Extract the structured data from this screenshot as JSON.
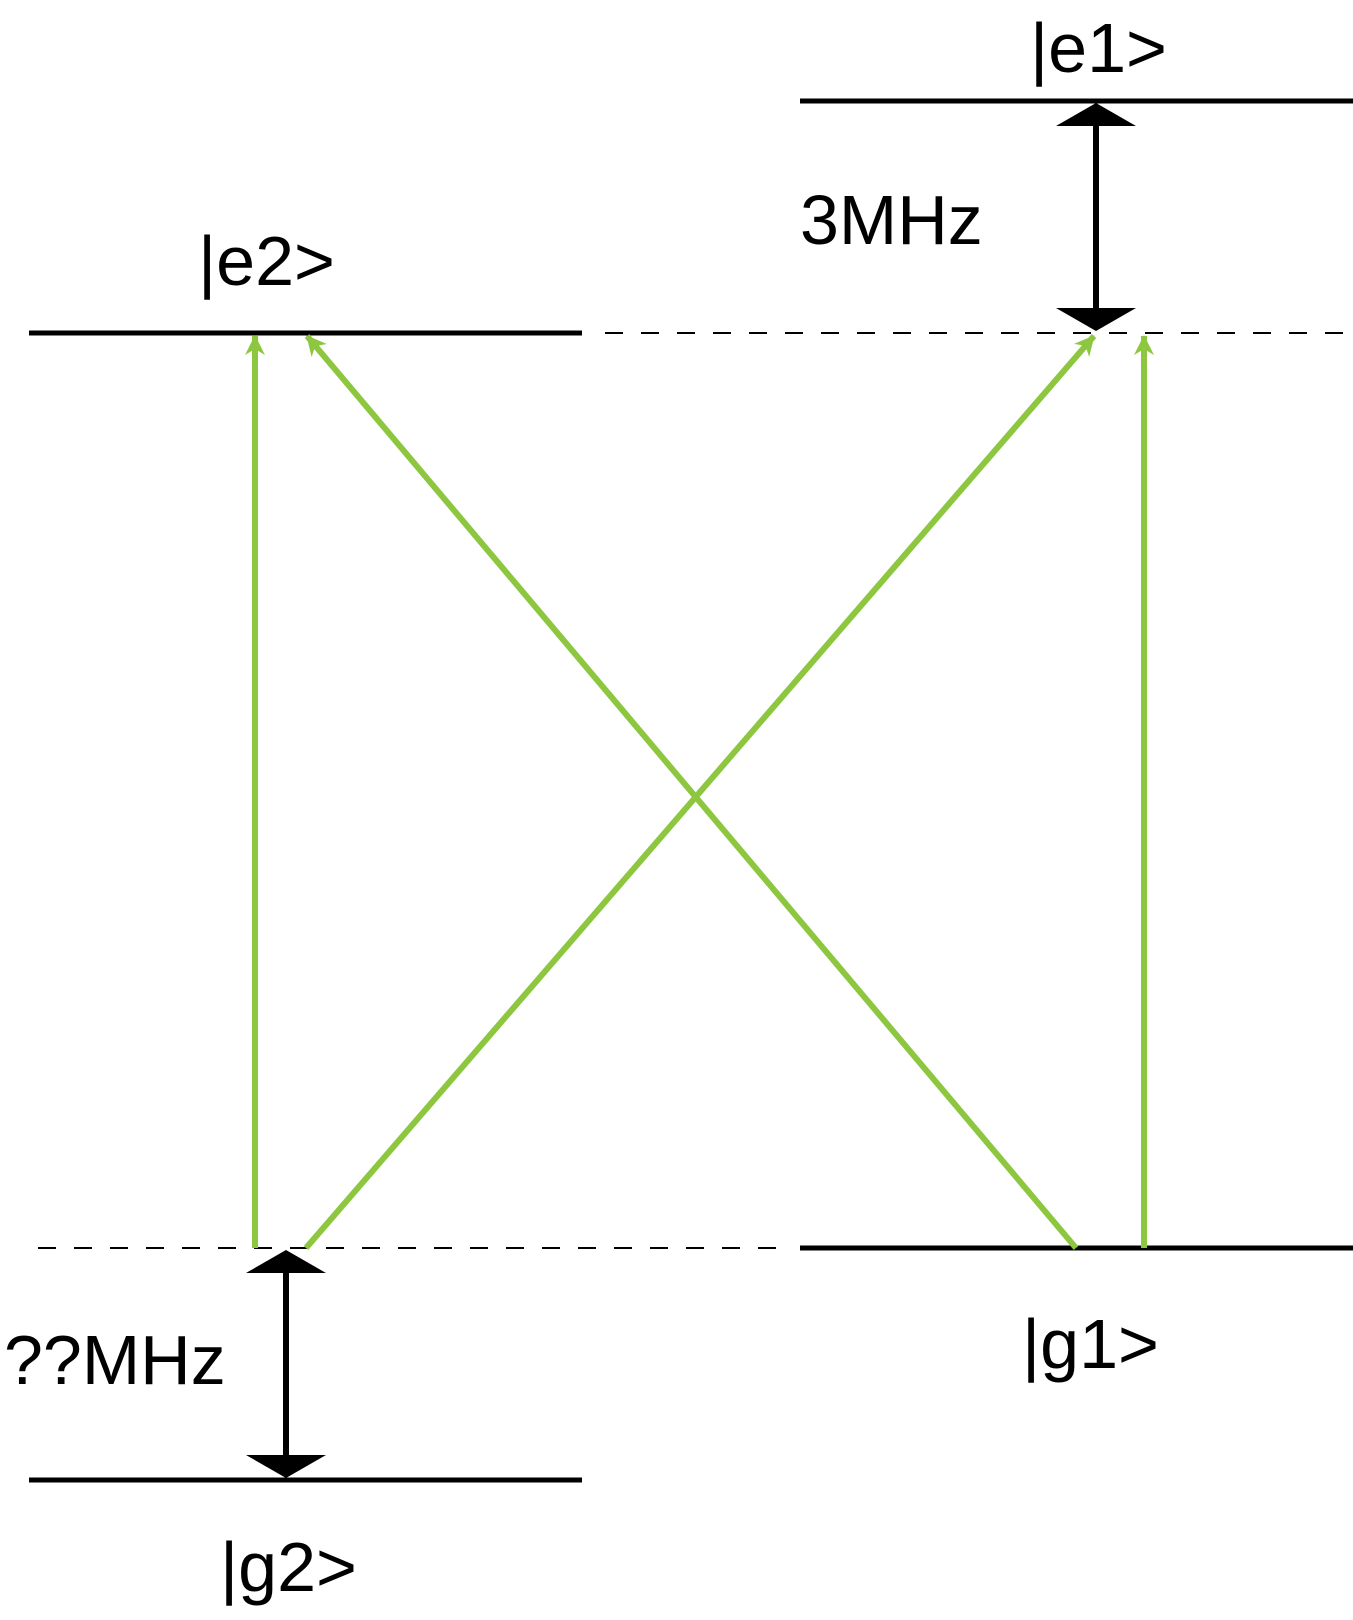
{
  "colors": {
    "level": "#000000",
    "transition": "#8dc63f",
    "background": "#ffffff"
  },
  "levels": {
    "e1": {
      "label": "|e1>"
    },
    "e2": {
      "label": "|e2>"
    },
    "g1": {
      "label": "|g1>"
    },
    "g2": {
      "label": "|g2>"
    }
  },
  "splittings": {
    "excited": {
      "label": "3MHz"
    },
    "ground": {
      "label": "??MHz"
    }
  }
}
